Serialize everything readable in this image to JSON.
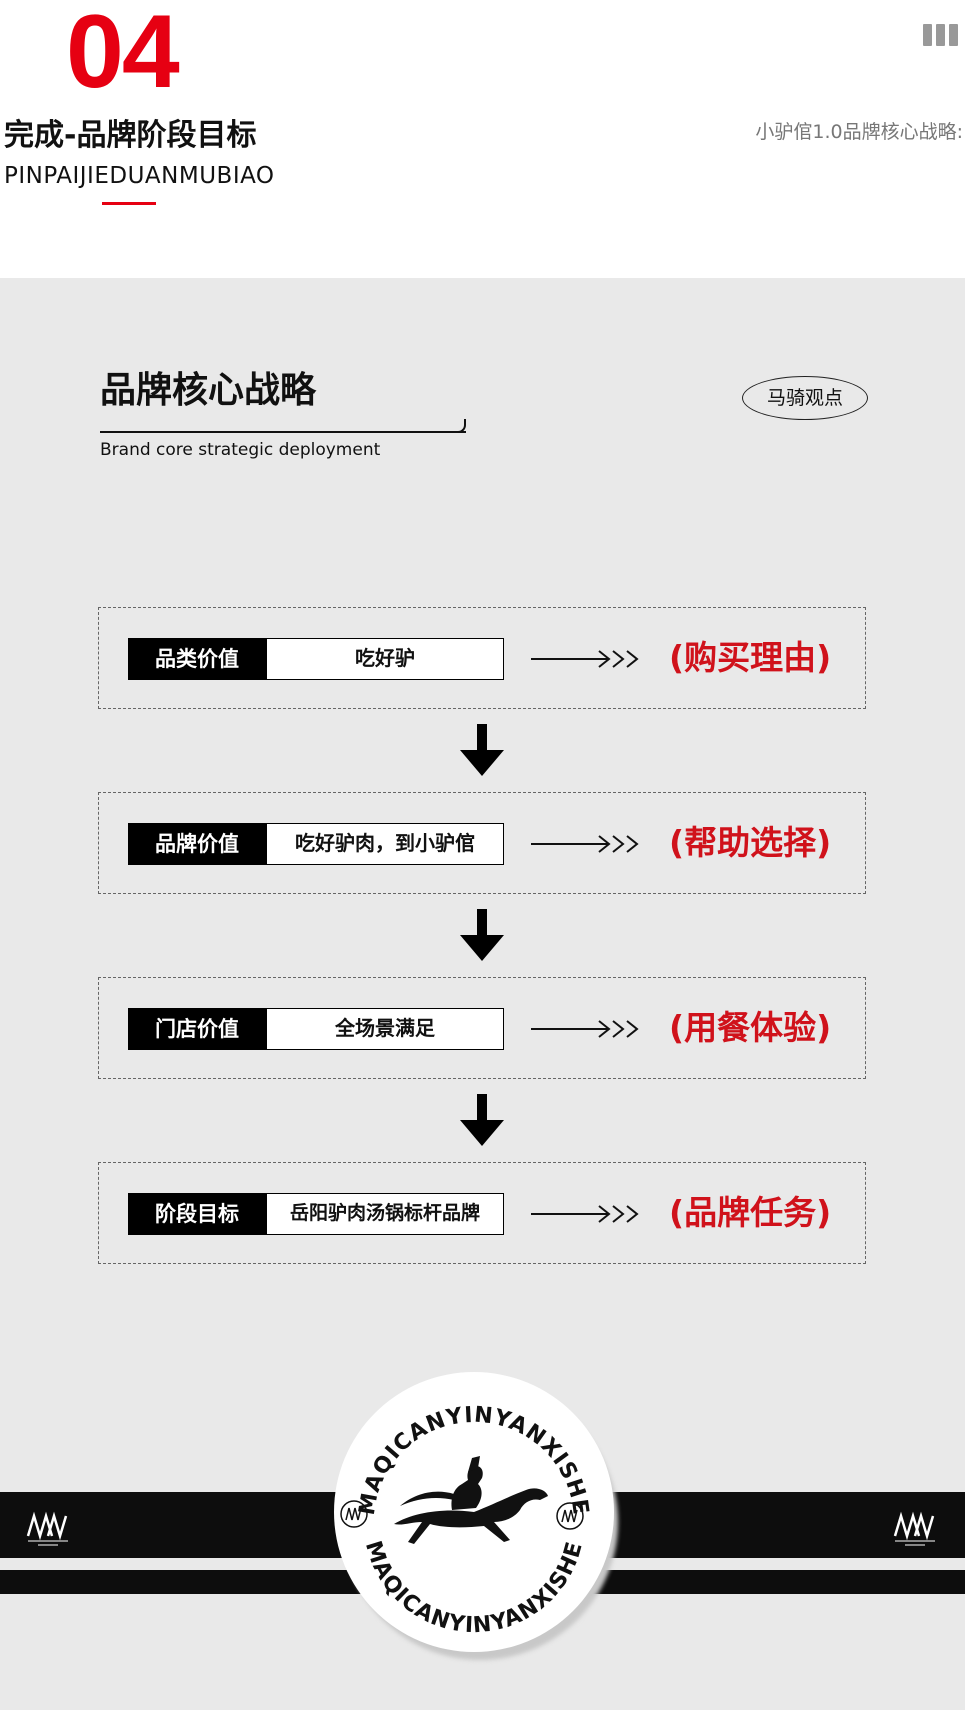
{
  "header": {
    "section_number": "04",
    "section_title": "完成-品牌阶段目标",
    "section_pinyin": "PINPAIJIEDUANMUBIAO",
    "page_caption": "小驴倌1.0品牌核心战略:"
  },
  "panel": {
    "title": "品牌核心战略",
    "subtitle": "Brand core strategic deployment",
    "badge": "马骑观点",
    "steps": [
      {
        "label": "品类价值",
        "value": "吃好驴",
        "outcome": "(购买理由)"
      },
      {
        "label": "品牌价值",
        "value": "吃好驴肉，到小驴倌",
        "outcome": "(帮助选择)"
      },
      {
        "label": "门店价值",
        "value": "全场景满足",
        "outcome": "(用餐体验)"
      },
      {
        "label": "阶段目标",
        "value": "岳阳驴肉汤锅标杆品牌",
        "outcome": "(品牌任务)"
      }
    ]
  },
  "emblem": {
    "ring_text_top": "MAQICANYINYANXISHE",
    "ring_text_bottom": "MAQICANYINYANXISHE"
  },
  "colors": {
    "accent_red": "#e60012",
    "outcome_red": "#d0121b",
    "panel_gray": "#e9e9e9",
    "band_black": "#0d0d0d"
  }
}
